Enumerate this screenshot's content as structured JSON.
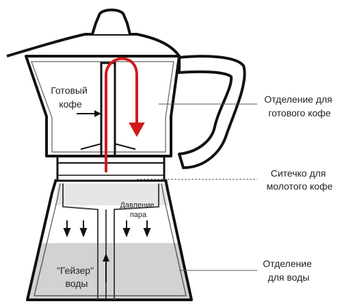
{
  "labels": {
    "ready_coffee": [
      "Готовый",
      "кофе"
    ],
    "steam_pressure": [
      "Давление",
      "пара"
    ],
    "geyser": [
      "\"Гейзер\"",
      "воды"
    ],
    "chamber_ready": [
      "Отделение для",
      "готового кофе"
    ],
    "filter": [
      "Ситечко  для",
      "молотого кофе"
    ],
    "chamber_water": [
      "Отделение",
      "для воды"
    ]
  },
  "colors": {
    "outline": "#111111",
    "coffee_flow_arrow": "#d11a1a",
    "water": "#d2d2d2",
    "ground_coffee": "#e6e6e6",
    "leader_line": "#555555"
  }
}
